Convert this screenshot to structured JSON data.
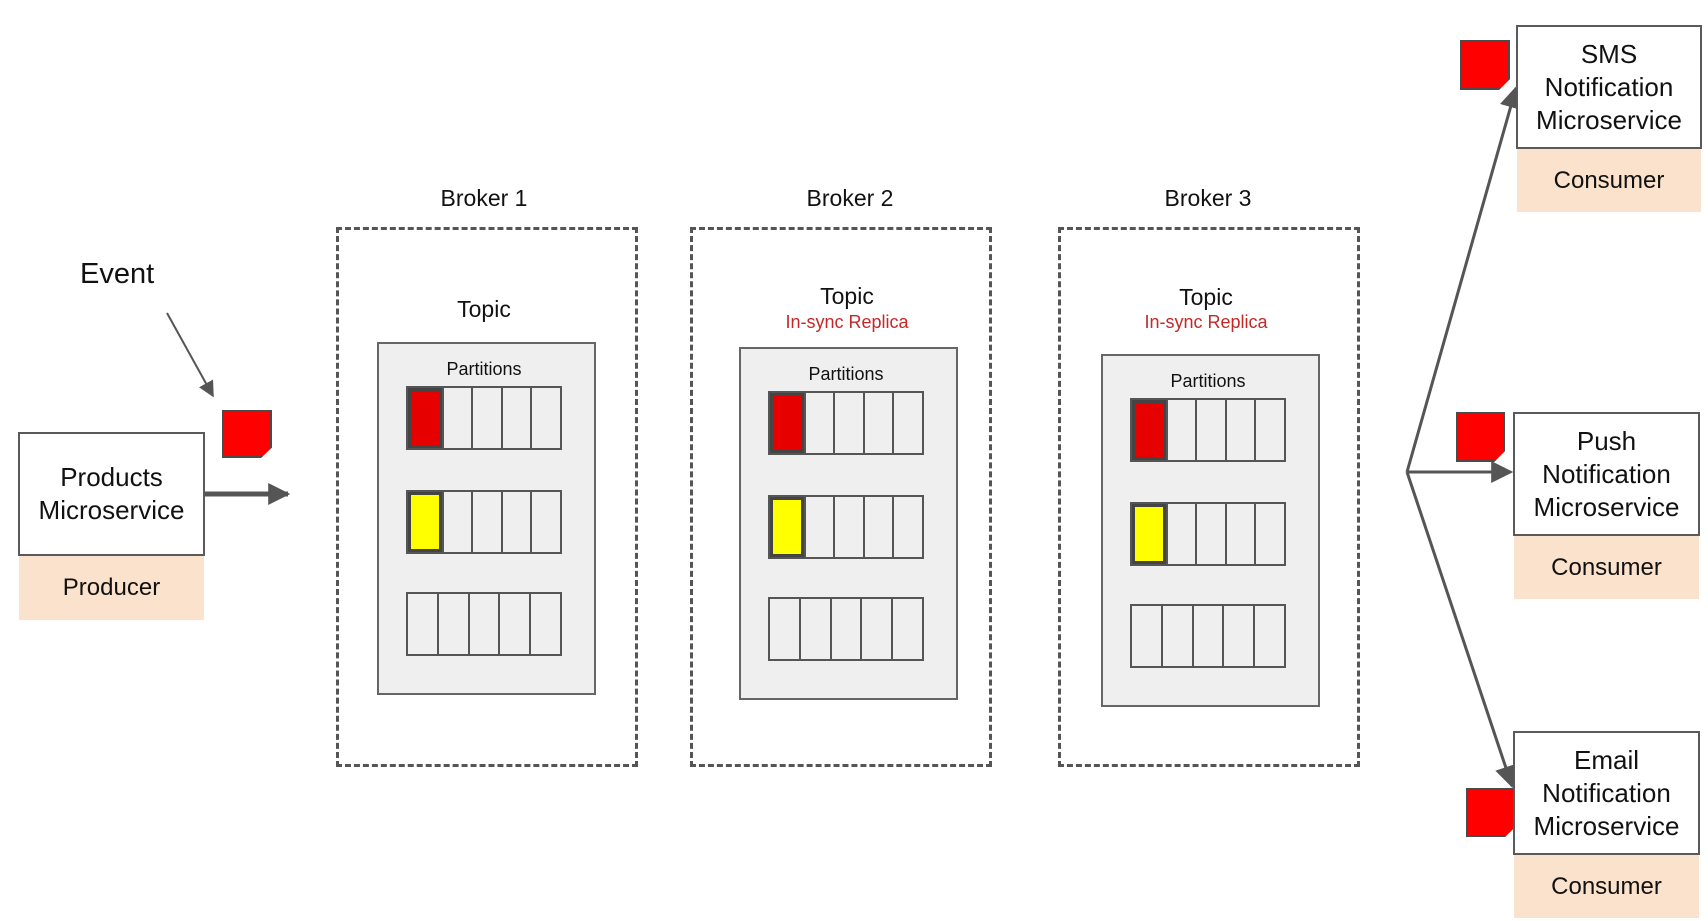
{
  "event_label": "Event",
  "colors": {
    "event": "#ff0000",
    "msg_red": "#e60000",
    "msg_yellow": "#ffff00",
    "role_fill": "#fbe2cc",
    "replica_text": "#c62828",
    "panel_fill": "#efefef"
  },
  "producer": {
    "name": "Products\nMicroservice",
    "role": "Producer"
  },
  "brokers": [
    {
      "title": "Broker 1",
      "topic": "Topic",
      "replica": "",
      "partitions_label": "Partitions",
      "partitions": [
        [
          "red",
          "",
          "",
          "",
          ""
        ],
        [
          "yellow",
          "",
          "",
          "",
          ""
        ],
        [
          "",
          "",
          "",
          "",
          ""
        ]
      ]
    },
    {
      "title": "Broker 2",
      "topic": "Topic",
      "replica": "In-sync Replica",
      "partitions_label": "Partitions",
      "partitions": [
        [
          "red",
          "",
          "",
          "",
          ""
        ],
        [
          "yellow",
          "",
          "",
          "",
          ""
        ],
        [
          "",
          "",
          "",
          "",
          ""
        ]
      ]
    },
    {
      "title": "Broker 3",
      "topic": "Topic",
      "replica": "In-sync Replica",
      "partitions_label": "Partitions",
      "partitions": [
        [
          "red",
          "",
          "",
          "",
          ""
        ],
        [
          "yellow",
          "",
          "",
          "",
          ""
        ],
        [
          "",
          "",
          "",
          "",
          ""
        ]
      ]
    }
  ],
  "consumers": [
    {
      "name": "SMS\nNotification\nMicroservice",
      "role": "Consumer"
    },
    {
      "name": "Push\nNotification\nMicroservice",
      "role": "Consumer"
    },
    {
      "name": "Email\nNotification\nMicroservice",
      "role": "Consumer"
    }
  ]
}
